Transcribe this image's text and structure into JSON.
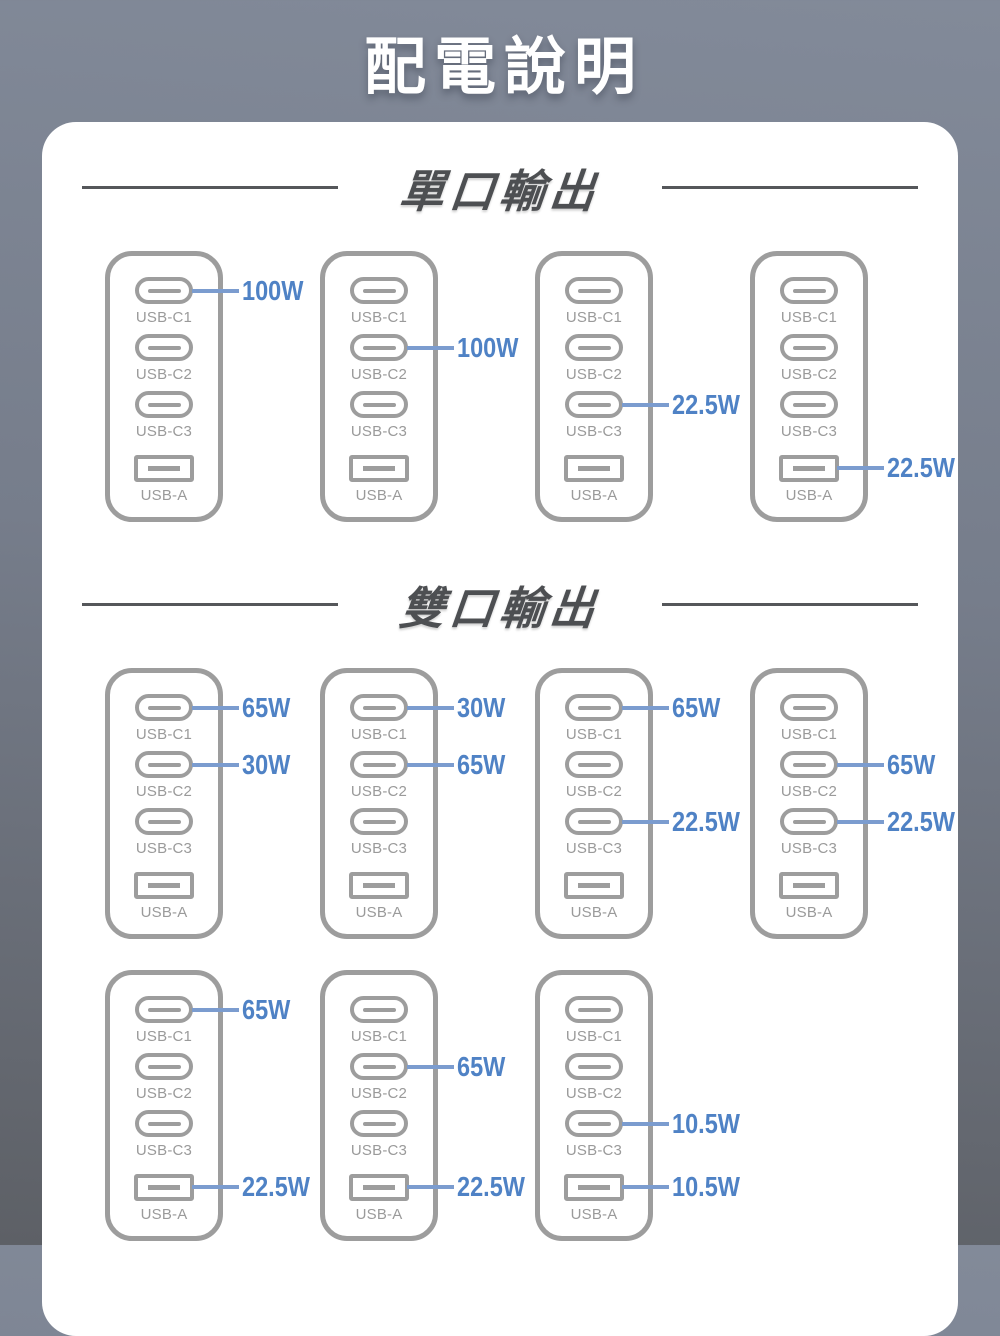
{
  "title": "配電說明",
  "colors": {
    "background_top": "#828a99",
    "background_bottom": "#5d6066",
    "card_background": "#ffffff",
    "outline_gray": "#9d9d9d",
    "label_gray": "#9a9a9a",
    "heading_gray": "#4d4f52",
    "accent_blue": "#4f82c5",
    "callout_line_blue": "#7b9ccf"
  },
  "ports": {
    "labels": [
      "USB-C1",
      "USB-C2",
      "USB-C3",
      "USB-A"
    ],
    "types": [
      "usb-c",
      "usb-c",
      "usb-c",
      "usb-a"
    ]
  },
  "sections": [
    {
      "id": "single-port-output",
      "heading": "單口輸出",
      "rows": [
        [
          {
            "callouts": [
              {
                "port": 0,
                "watt": "100W"
              }
            ]
          },
          {
            "callouts": [
              {
                "port": 1,
                "watt": "100W"
              }
            ]
          },
          {
            "callouts": [
              {
                "port": 2,
                "watt": "22.5W"
              }
            ]
          },
          {
            "callouts": [
              {
                "port": 3,
                "watt": "22.5W"
              }
            ]
          }
        ]
      ]
    },
    {
      "id": "dual-port-output",
      "heading": "雙口輸出",
      "rows": [
        [
          {
            "callouts": [
              {
                "port": 0,
                "watt": "65W"
              },
              {
                "port": 1,
                "watt": "30W"
              }
            ]
          },
          {
            "callouts": [
              {
                "port": 0,
                "watt": "30W"
              },
              {
                "port": 1,
                "watt": "65W"
              }
            ]
          },
          {
            "callouts": [
              {
                "port": 0,
                "watt": "65W"
              },
              {
                "port": 2,
                "watt": "22.5W"
              }
            ]
          },
          {
            "callouts": [
              {
                "port": 1,
                "watt": "65W"
              },
              {
                "port": 2,
                "watt": "22.5W"
              }
            ]
          }
        ],
        [
          {
            "callouts": [
              {
                "port": 0,
                "watt": "65W"
              },
              {
                "port": 3,
                "watt": "22.5W"
              }
            ]
          },
          {
            "callouts": [
              {
                "port": 1,
                "watt": "65W"
              },
              {
                "port": 3,
                "watt": "22.5W"
              }
            ]
          },
          {
            "callouts": [
              {
                "port": 2,
                "watt": "10.5W"
              },
              {
                "port": 3,
                "watt": "10.5W"
              }
            ]
          }
        ]
      ]
    }
  ]
}
